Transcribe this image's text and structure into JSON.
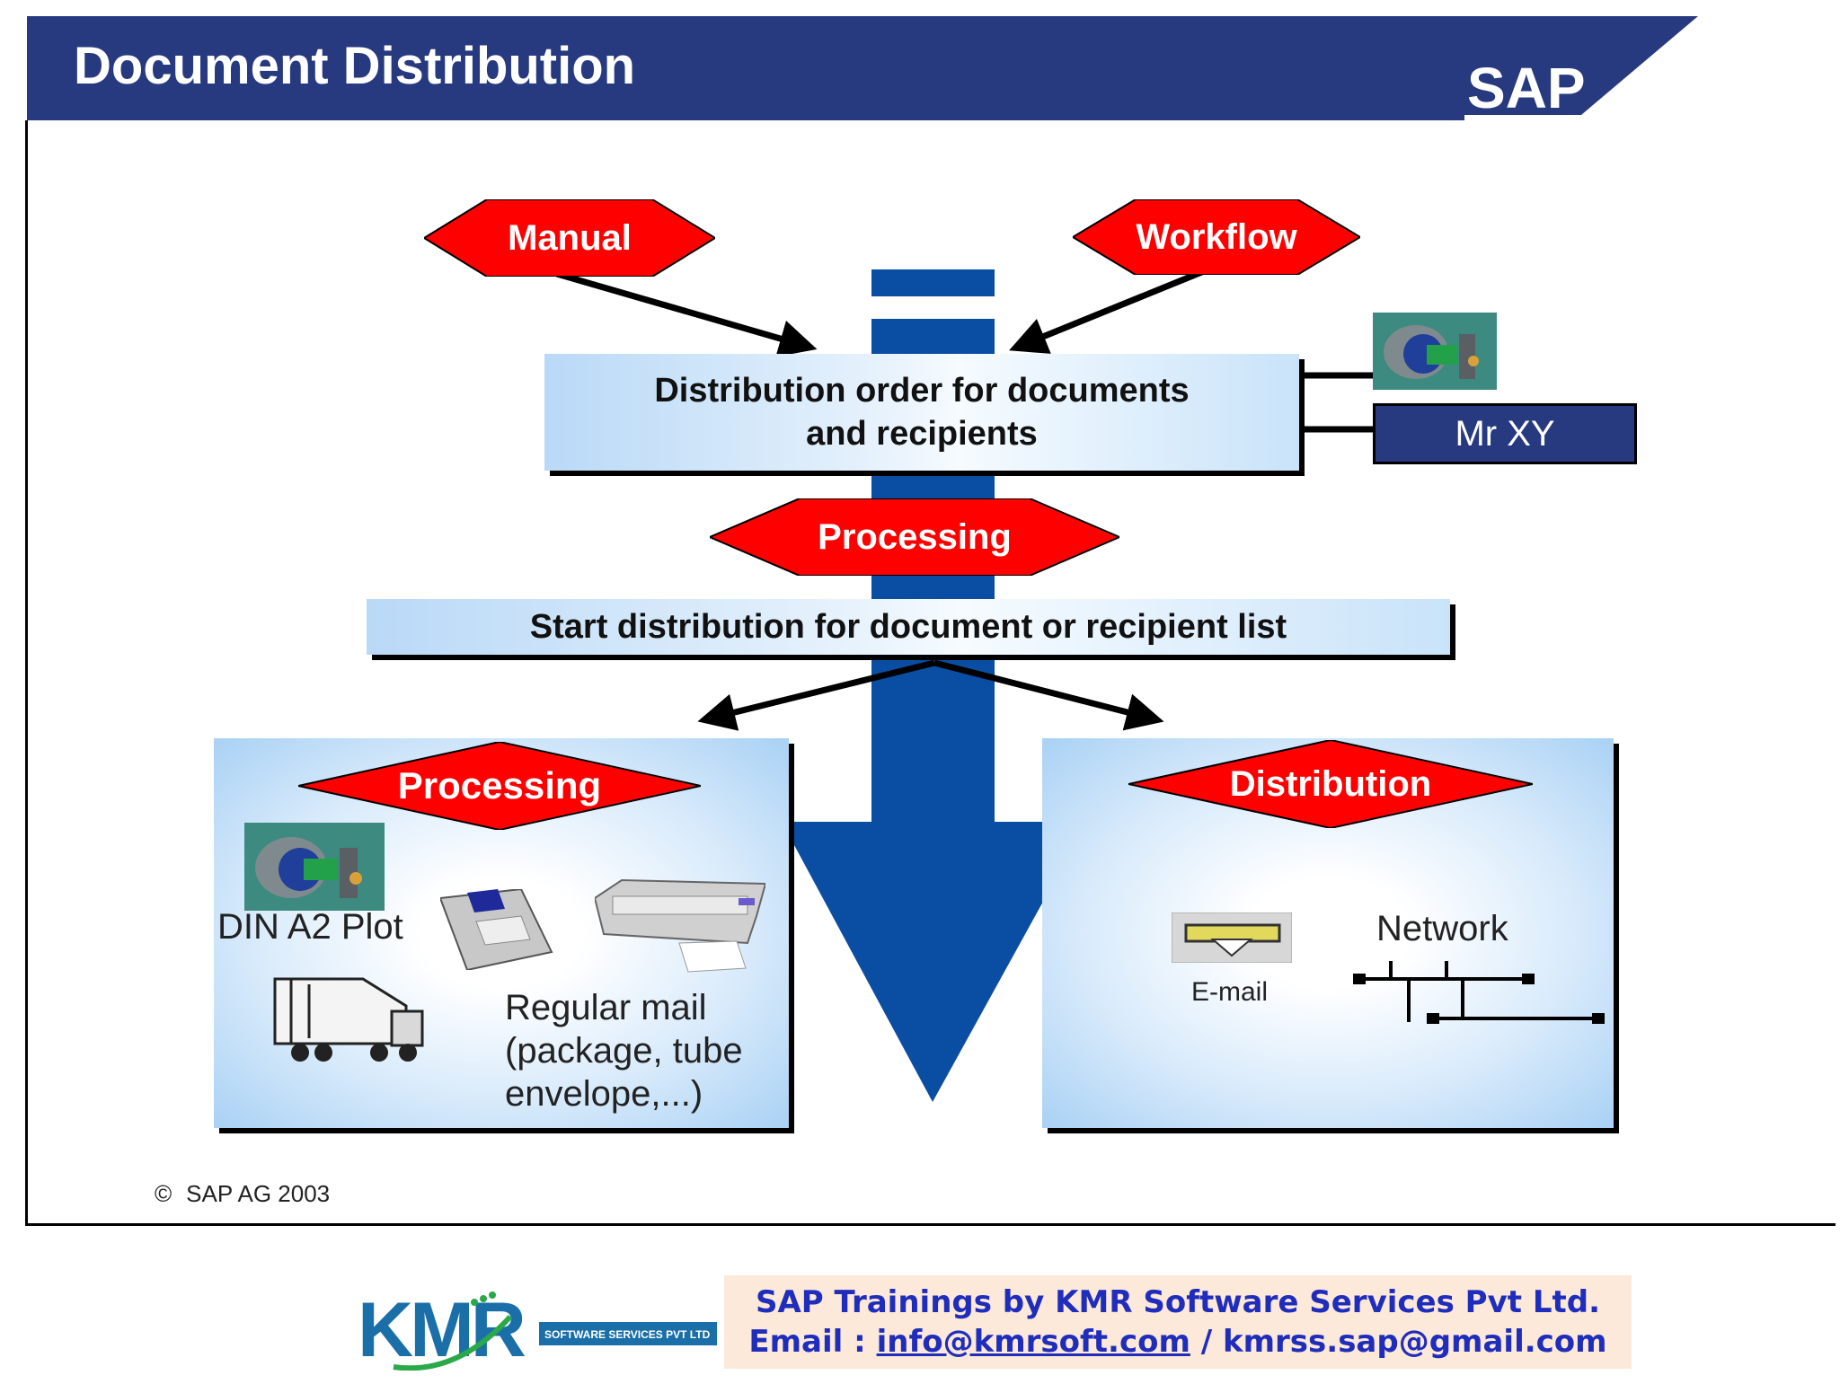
{
  "header": {
    "title": "Document Distribution",
    "logo_text": "SAP"
  },
  "diagram": {
    "manual": "Manual",
    "workflow": "Workflow",
    "order_line1": "Distribution order for documents",
    "order_line2": "and recipients",
    "mr_xy": "Mr XY",
    "processing_mid": "Processing",
    "start_distribution": "Start distribution for document or recipient list",
    "processing_left": "Processing",
    "din_plot": "DIN A2 Plot",
    "regular_mail_1": "Regular mail",
    "regular_mail_2": "(package, tube",
    "regular_mail_3": "envelope,...)",
    "distribution_right": "Distribution",
    "email": "E-mail",
    "network": "Network"
  },
  "copyright": "SAP AG 2003",
  "footer": {
    "logo_text": "KMR",
    "logo_sub": "SOFTWARE SERVICES PVT LTD",
    "line1": "SAP Trainings by KMR Software Services Pvt Ltd.",
    "email_label": "Email : ",
    "email1": "info@kmrsoft.com",
    "separator": " / ",
    "email2": "kmrss.sap@gmail.com"
  },
  "colors": {
    "header": "#27397f",
    "diamond": "#ff0000",
    "arrow_blue": "#0a4ea3",
    "footer_text": "#1f2dbd",
    "footer_bg": "#fde9d9"
  }
}
